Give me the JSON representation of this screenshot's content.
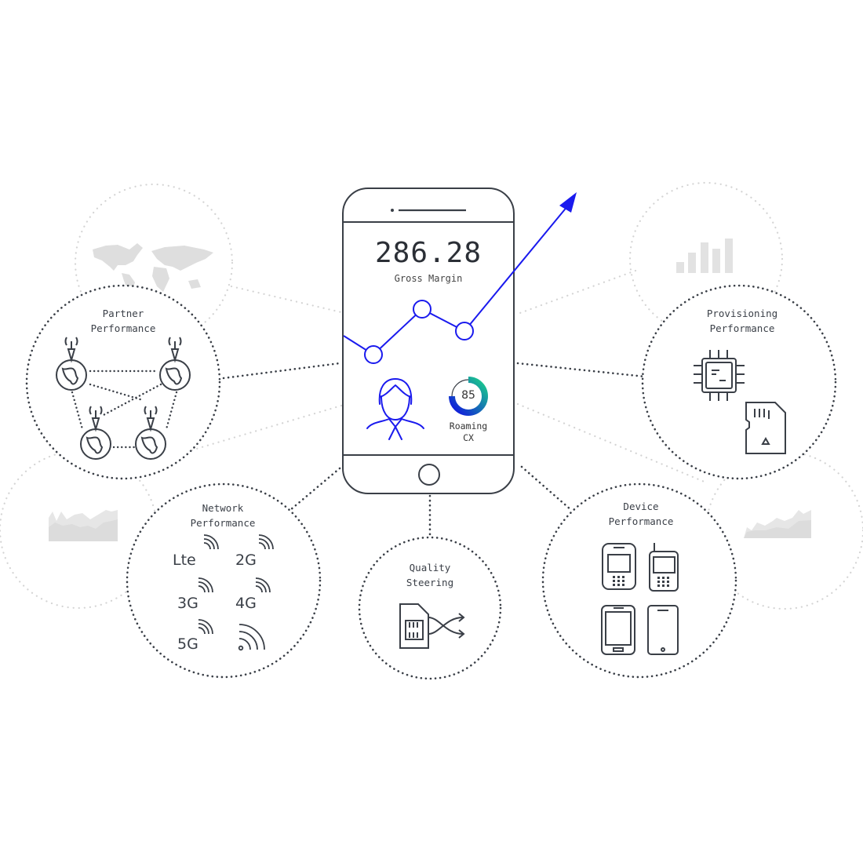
{
  "phone": {
    "metric_value": "286.28",
    "metric_label": "Gross Margin",
    "gauge_value": "85",
    "gauge_label_line1": "Roaming",
    "gauge_label_line2": "CX",
    "trend_color": "#1a1aee",
    "gauge_gradient": [
      "#1010e0",
      "#1ad08a"
    ]
  },
  "nodes": {
    "partner": {
      "line1": "Partner",
      "line2": "Performance",
      "icon": "globe-tower-network-icon"
    },
    "provisioning": {
      "line1": "Provisioning",
      "line2": "Performance",
      "icon": "chip-and-sd-card-icon"
    },
    "network": {
      "line1": "Network",
      "line2": "Performance",
      "icon": "signal-icons",
      "items": [
        "Lte",
        "2G",
        "3G",
        "4G",
        "5G",
        ""
      ]
    },
    "quality": {
      "line1": "Quality",
      "line2": "Steering",
      "icon": "sim-shuffle-icon"
    },
    "device": {
      "line1": "Device",
      "line2": "Performance",
      "icon": "mobile-devices-icon"
    }
  },
  "background_nodes": [
    {
      "icon": "world-map-icon"
    },
    {
      "icon": "bar-chart-icon"
    },
    {
      "icon": "area-chart-icon"
    },
    {
      "icon": "area-chart-icon"
    }
  ],
  "colors": {
    "stroke": "#3a3f47",
    "faint": "#d9d9d9",
    "accent": "#1a1aee"
  }
}
